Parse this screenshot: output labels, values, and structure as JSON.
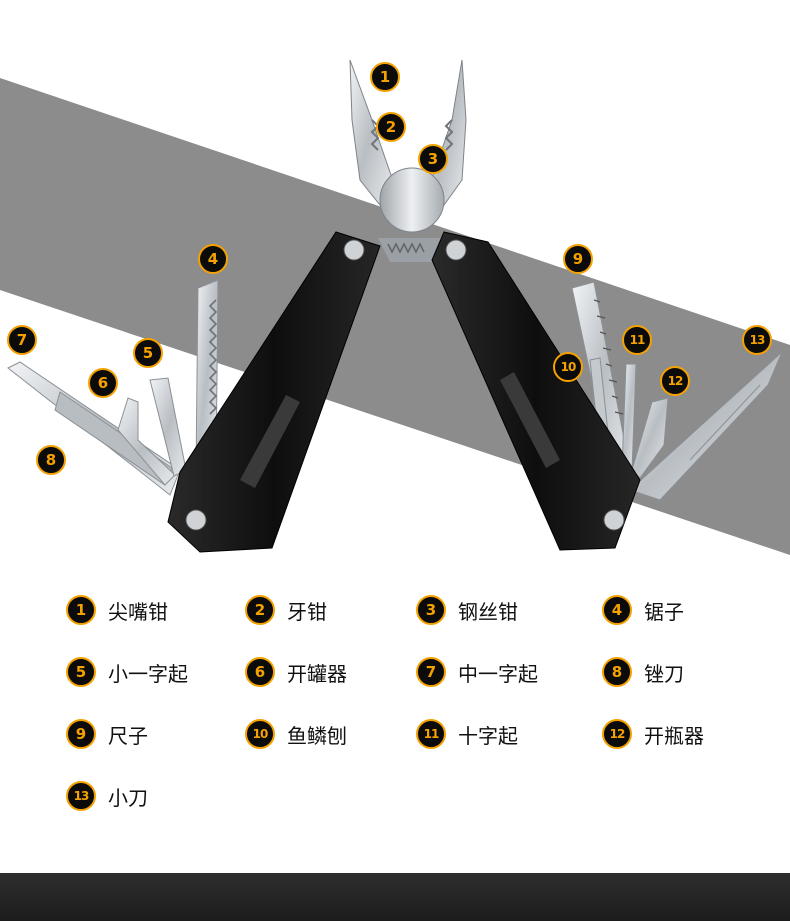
{
  "callouts": [
    {
      "num": "1",
      "name": "尖嘴钳"
    },
    {
      "num": "2",
      "name": "牙钳"
    },
    {
      "num": "3",
      "name": "钢丝钳"
    },
    {
      "num": "4",
      "name": "锯子"
    },
    {
      "num": "5",
      "name": "小一字起"
    },
    {
      "num": "6",
      "name": "开罐器"
    },
    {
      "num": "7",
      "name": "中一字起"
    },
    {
      "num": "8",
      "name": "锉刀"
    },
    {
      "num": "9",
      "name": "尺子"
    },
    {
      "num": "10",
      "name": "鱼鳞刨"
    },
    {
      "num": "11",
      "name": "十字起"
    },
    {
      "num": "12",
      "name": "开瓶器"
    },
    {
      "num": "13",
      "name": "小刀"
    }
  ],
  "colors": {
    "badge_border": "#f5a100",
    "badge_fill": "#0b0b0b",
    "band": "#8a8a8a",
    "handle": "#151515",
    "steel": "#c9cdd1",
    "footer": "#262626"
  }
}
